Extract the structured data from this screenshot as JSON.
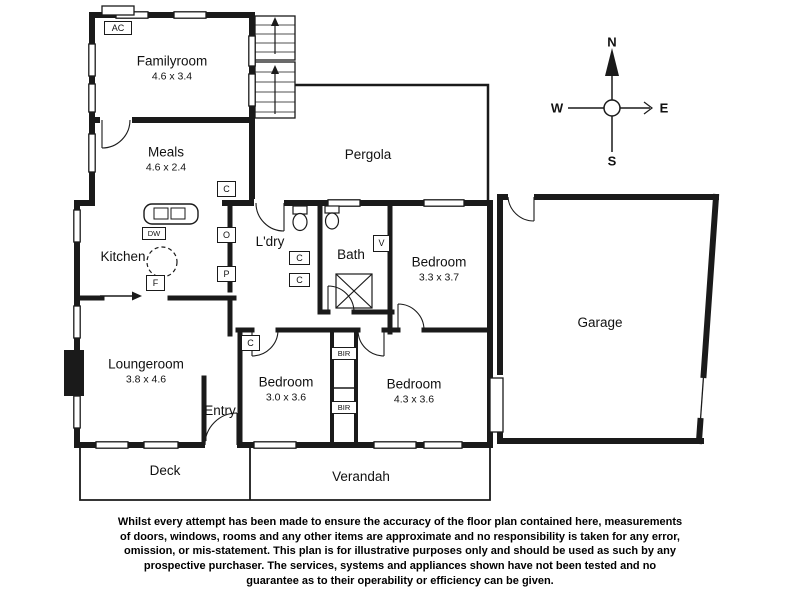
{
  "plan": {
    "rooms": {
      "familyroom": {
        "name": "Familyroom",
        "dims": "4.6 x 3.4"
      },
      "meals": {
        "name": "Meals",
        "dims": "4.6 x 2.4"
      },
      "pergola": {
        "name": "Pergola"
      },
      "kitchen": {
        "name": "Kitchen"
      },
      "laundry": {
        "name": "L'dry"
      },
      "bath": {
        "name": "Bath"
      },
      "bedroom1": {
        "name": "Bedroom",
        "dims": "3.3 x 3.7"
      },
      "garage": {
        "name": "Garage"
      },
      "loungeroom": {
        "name": "Loungeroom",
        "dims": "3.8 x 4.6"
      },
      "entry": {
        "name": "Entry"
      },
      "bedroom2": {
        "name": "Bedroom",
        "dims": "3.0 x 3.6"
      },
      "bedroom3": {
        "name": "Bedroom",
        "dims": "4.3 x 3.6"
      },
      "deck": {
        "name": "Deck"
      },
      "verandah": {
        "name": "Verandah"
      }
    },
    "fixture_labels": {
      "ac": "AC",
      "dw": "DW",
      "cupboard": "C",
      "oven": "O",
      "pantry": "P",
      "fridge": "F",
      "vanity": "V",
      "built_in_robe": "BIR"
    },
    "compass": {
      "north": "N",
      "south": "S",
      "east": "E",
      "west": "W"
    },
    "wall_color": "#1a1a1a"
  },
  "disclaimer": "Whilst every attempt has been made to ensure the accuracy of the floor plan contained here, measurements of doors, windows, rooms and any other items are approximate and no responsibility is taken for any error, omission, or mis-statement. This plan is for illustrative purposes only and should be used as such by any prospective purchaser. The services, systems and appliances shown have not been tested and no guarantee as to their operability or efficiency can be given."
}
